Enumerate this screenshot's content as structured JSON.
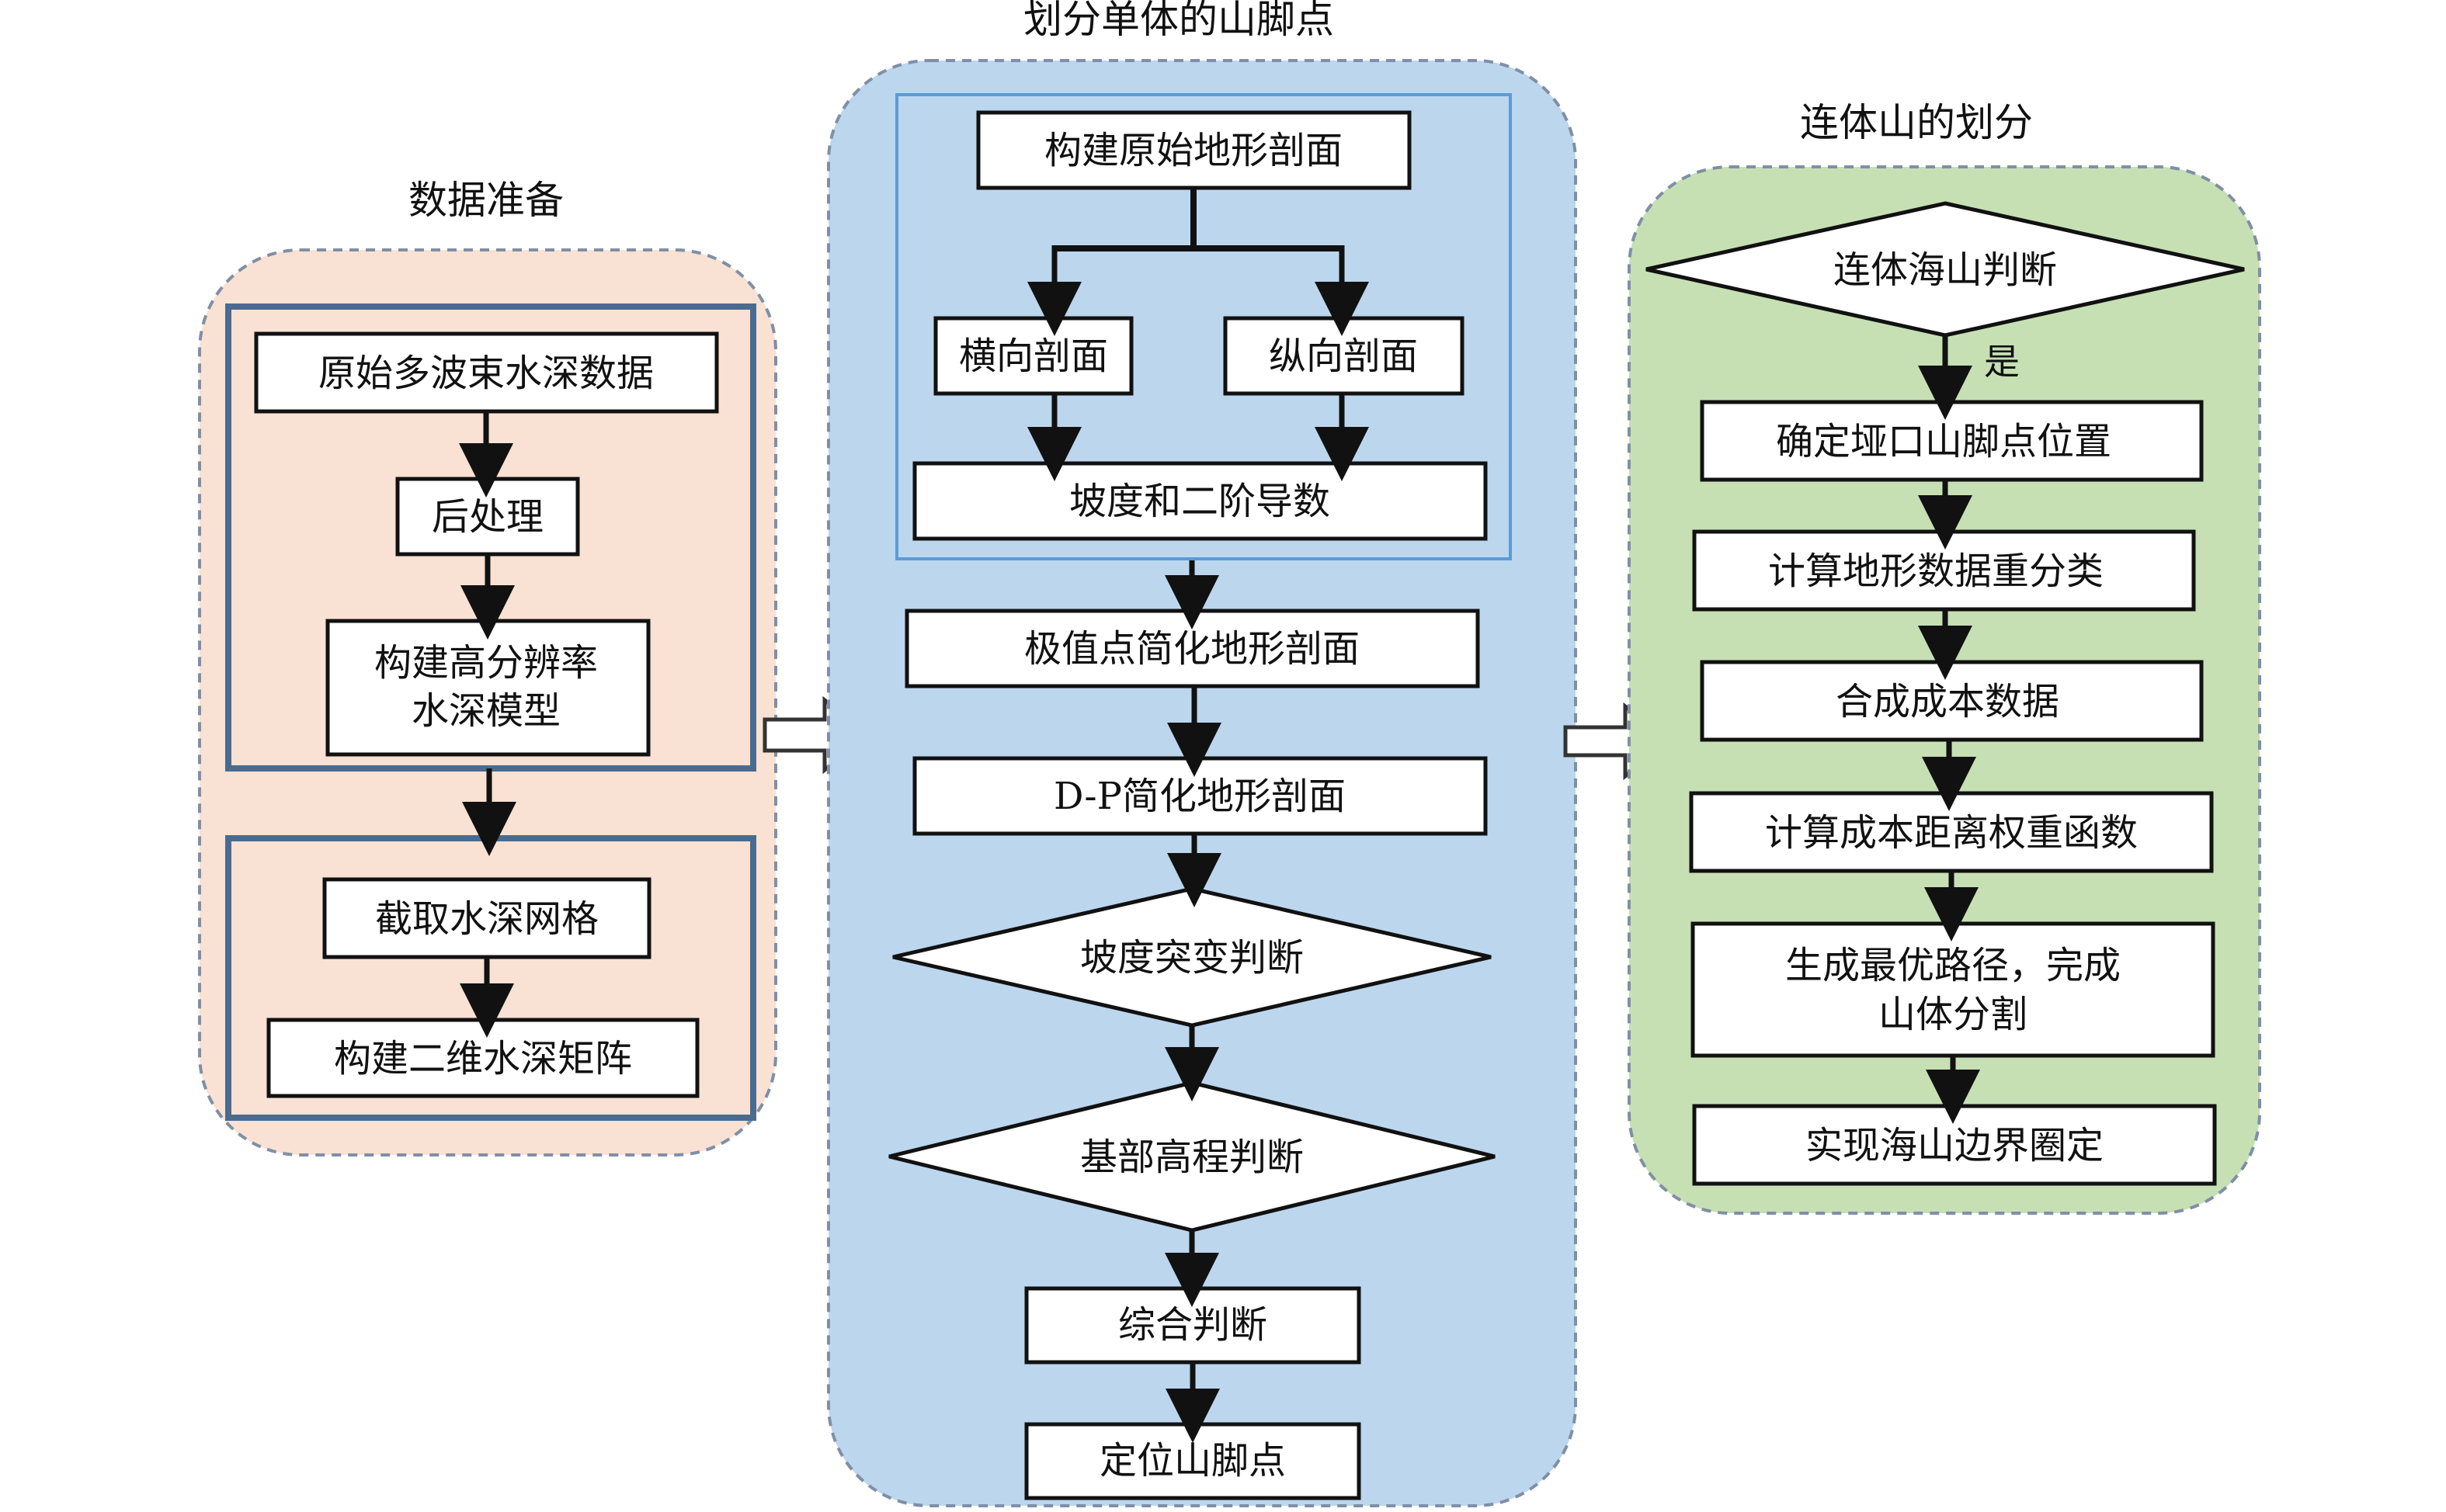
{
  "panels": {
    "data_prep": {
      "title": "数据准备",
      "bg": "#f9e1d3",
      "nodes": [
        "原始多波束水深数据",
        "后处理",
        "构建高分辨率",
        "水深模型",
        "截取水深网格",
        "构建二维水深矩阵"
      ]
    },
    "single_mount": {
      "title": "划分单体的山脚点",
      "bg": "#bcd6ee",
      "nodes": [
        "构建原始地形剖面",
        "横向剖面",
        "纵向剖面",
        "坡度和二阶导数",
        "极值点简化地形剖面",
        "D-P简化地形剖面",
        "坡度突变判断",
        "基部高程判断",
        "综合判断",
        "定位山脚点"
      ]
    },
    "connected_mount": {
      "title": "连体山的划分",
      "bg": "#c6e0b4",
      "nodes": [
        "连体海山判断",
        "是",
        "确定垭口山脚点位置",
        "计算地形数据重分类",
        "合成成本数据",
        "计算成本距离权重函数",
        "生成最优路径，完成",
        "山体分割",
        "实现海山边界圈定"
      ]
    }
  },
  "colors": {
    "group_border": "#4a6b8f",
    "dashed_border": "#7f8fa6",
    "inner_frame": "#5b9bd5",
    "node_border": "#111111"
  }
}
